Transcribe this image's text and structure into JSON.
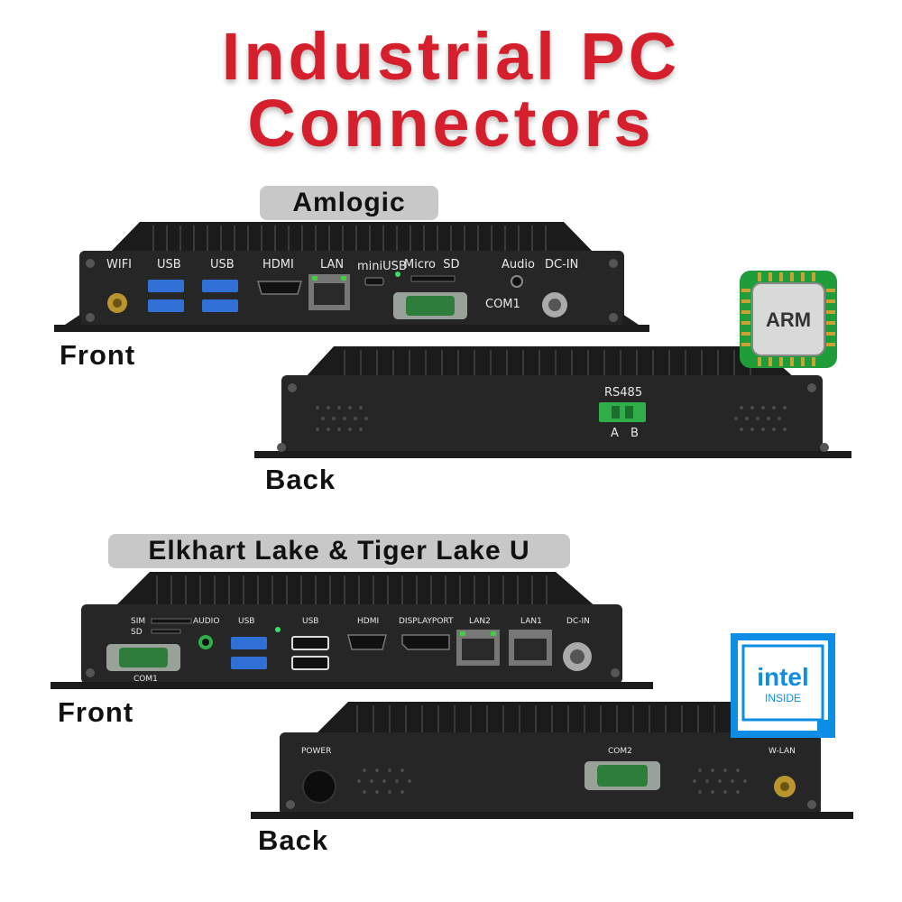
{
  "title": {
    "line1": "Industrial PC",
    "line2": "Connectors"
  },
  "arm_section": {
    "heading": "Amlogic",
    "front_label": "Front",
    "back_label": "Back",
    "front_ports": {
      "wifi": "WIFI",
      "usb1": "USB",
      "usb2": "USB",
      "hdmi": "HDMI",
      "lan": "LAN",
      "miniusb": "miniUSB",
      "microsd": "Micro  SD",
      "audio": "Audio",
      "dcin": "DC-IN",
      "com1": "COM1"
    },
    "back_ports": {
      "rs485": "RS485",
      "a": "A",
      "b": "B"
    },
    "badge": "ARM"
  },
  "intel_section": {
    "heading": "Elkhart Lake & Tiger Lake U",
    "front_label": "Front",
    "back_label": "Back",
    "front_ports": {
      "sim": "SIM",
      "sd": "SD",
      "audio": "AUDIO",
      "usb1": "USB",
      "usb2": "USB",
      "hdmi": "HDMI",
      "displayport": "DISPLAYPORT",
      "lan2": "LAN2",
      "lan1": "LAN1",
      "dcin": "DC-IN",
      "com1": "COM1"
    },
    "back_ports": {
      "power": "POWER",
      "com2": "COM2",
      "wlan": "W-LAN"
    },
    "badge": {
      "brand": "intel",
      "sub": "INSIDE"
    }
  },
  "colors": {
    "title_red": "#d61f2c",
    "pill_gray": "#c8c8c8",
    "chassis": "#2a2a2a",
    "terminal_green": "#2fae4a",
    "intel_blue": "#0b8ee3",
    "arm_green": "#1f9d3a"
  }
}
